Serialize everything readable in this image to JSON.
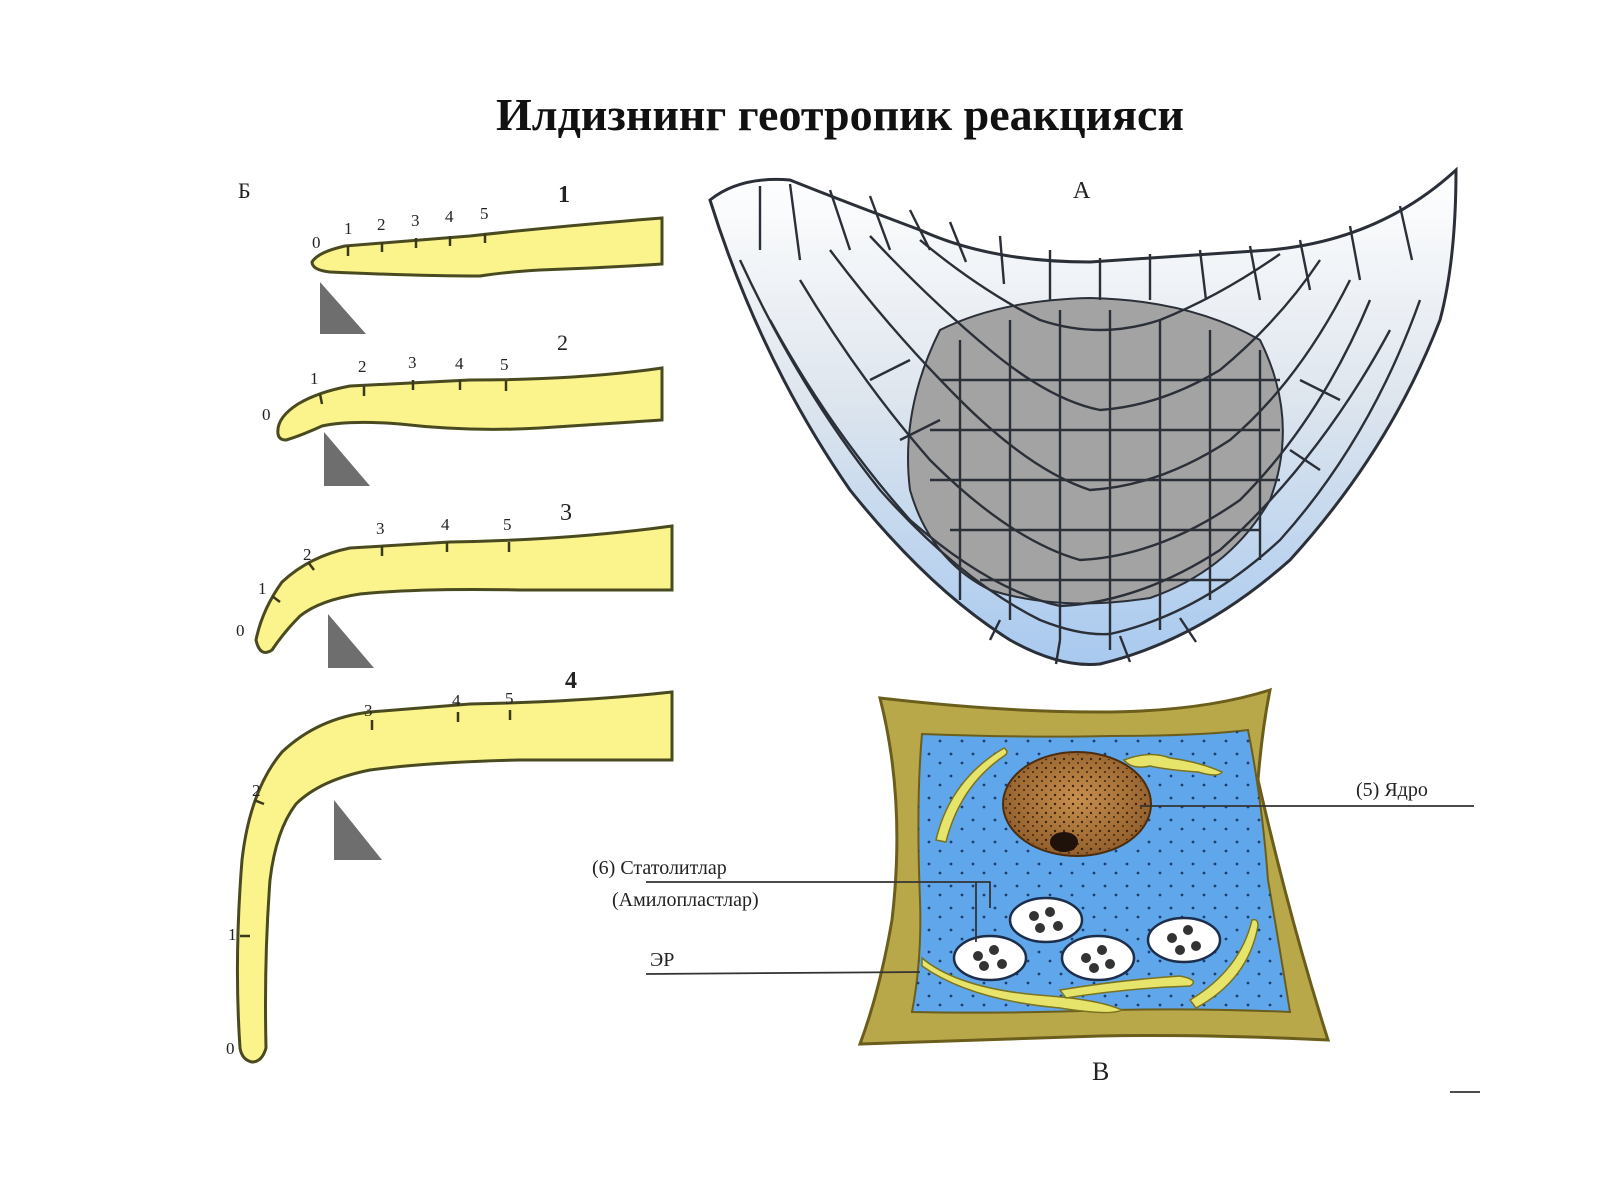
{
  "title": "Илдизнинг геотропик реакцияси",
  "panel_b": {
    "label": "Б",
    "stages": [
      {
        "number": "1",
        "marks": [
          "0",
          "1",
          "2",
          "3",
          "4",
          "5"
        ]
      },
      {
        "number": "2",
        "marks": [
          "0",
          "1",
          "2",
          "3",
          "4",
          "5"
        ]
      },
      {
        "number": "3",
        "marks": [
          "0",
          "1",
          "2",
          "3",
          "4",
          "5"
        ]
      },
      {
        "number": "4",
        "marks": [
          "0",
          "1",
          "2",
          "3",
          "4",
          "5"
        ]
      }
    ]
  },
  "panel_a": {
    "label": "А"
  },
  "panel_v": {
    "label": "В",
    "callouts": {
      "nucleus": "(5) Ядро",
      "statoliths_line1": "(6) Статолитлар",
      "statoliths_line2": "(Амилопластлар)",
      "er": "ЭР"
    }
  },
  "colors": {
    "root_fill": "#fbf48c",
    "root_outline": "#4a4a20",
    "cell_blue": "#5aa0e8",
    "cell_grey": "#9a9a9a",
    "wall_olive": "#b9a84a",
    "cytoplasm": "#5fa6ea",
    "chloroplast": "#e6e46a",
    "nucleus": "#b07a3c"
  }
}
